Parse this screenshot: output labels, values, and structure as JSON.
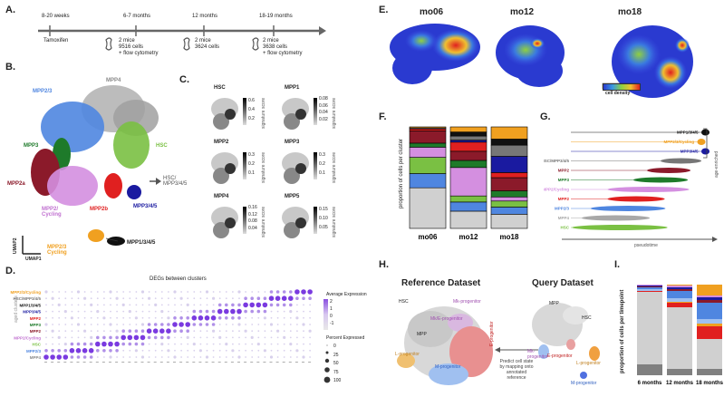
{
  "panels": {
    "A": {
      "label": "A.",
      "start": "8-20 weeks",
      "tamoxifen": "Tamoxifen",
      "timepoints": [
        {
          "time": "6-7 months",
          "mice": "2 mice",
          "cells": "9516 cells",
          "extra": "+ flow cytometry"
        },
        {
          "time": "12 months",
          "mice": "2 mice",
          "cells": "3624 cells",
          "extra": ""
        },
        {
          "time": "18-19 months",
          "mice": "2 mice",
          "cells": "3638 cells",
          "extra": "+ flow cytometry"
        }
      ]
    },
    "B": {
      "label": "B.",
      "clusters": [
        {
          "name": "MPP4",
          "color": "#a8a8a8"
        },
        {
          "name": "MPP2/3",
          "color": "#4f86e0"
        },
        {
          "name": "HSC",
          "color": "#7ac043"
        },
        {
          "name": "MPP3",
          "color": "#1e7a2a"
        },
        {
          "name": "MPP2a",
          "color": "#8b1a2a"
        },
        {
          "name": "MPP2b",
          "color": "#e02020"
        },
        {
          "name": "MPP2/ Cycling",
          "color": "#d48fe0"
        },
        {
          "name": "MPP3/4/5",
          "color": "#1a1aa0"
        },
        {
          "name": "MPP2/3 Cycling",
          "color": "#f0a020"
        },
        {
          "name": "MPP1/3/4/5",
          "color": "#111111"
        }
      ],
      "side_label": "HSC/ MPP3/4/5",
      "axis_x": "UMAP1",
      "axis_y": "UMAP2"
    },
    "C": {
      "label": "C.",
      "score_label": "signature score",
      "plots": [
        {
          "title": "HSC",
          "ticks": [
            "0.6",
            "0.4",
            "0.2"
          ]
        },
        {
          "title": "MPP1",
          "ticks": [
            "0.08",
            "0.06",
            "0.04",
            "0.02"
          ]
        },
        {
          "title": "MPP2",
          "ticks": [
            "0.3",
            "0.2",
            "0.1"
          ]
        },
        {
          "title": "MPP3",
          "ticks": [
            "0.3",
            "0.2",
            "0.1"
          ]
        },
        {
          "title": "MPP4",
          "ticks": [
            "0.16",
            "0.12",
            "0.08",
            "0.04"
          ]
        },
        {
          "title": "MPP5",
          "ticks": [
            "0.15",
            "0.10",
            "0.05"
          ]
        }
      ]
    },
    "D": {
      "label": "D.",
      "title": "DEGs between clusters",
      "side_label": "aged clusters",
      "rows": [
        {
          "name": "MPP2/3/Cycling",
          "color": "#f0a020"
        },
        {
          "name": "HSC/MPP3/4/5",
          "color": "#777777"
        },
        {
          "name": "MPP1/3/4/5",
          "color": "#111111"
        },
        {
          "name": "MPP3/4/5",
          "color": "#1a1aa0"
        },
        {
          "name": "MPP2",
          "color": "#e02020"
        },
        {
          "name": "MPP3",
          "color": "#1e7a2a"
        },
        {
          "name": "MPP2",
          "color": "#8b1a2a"
        },
        {
          "name": "MPP2/Cycling",
          "color": "#c070d0"
        },
        {
          "name": "HSC",
          "color": "#7ac043"
        },
        {
          "name": "MPP2/3",
          "color": "#4f86e0"
        },
        {
          "name": "MPP4",
          "color": "#888888"
        }
      ],
      "legend_expr_title": "Average Expression",
      "legend_expr_ticks": [
        "2",
        "1",
        "0",
        "-1"
      ],
      "legend_pct_title": "Percent Expressed",
      "legend_pct_ticks": [
        "0",
        "25",
        "50",
        "75",
        "100"
      ]
    },
    "E": {
      "label": "E.",
      "titles": [
        "mo06",
        "mo12",
        "mo18"
      ],
      "legend": "cell density"
    },
    "F": {
      "label": "F.",
      "ylabel": "proportion of cells per cluster"
    },
    "G": {
      "label": "G.",
      "xlabel": "pseudotime",
      "bracket_label": "age-enriched",
      "rows": [
        {
          "name": "MPP1/3/4/5",
          "color": "#111111"
        },
        {
          "name": "MPP2/3/Cycling",
          "color": "#f0a020"
        },
        {
          "name": "MPP3/4/5",
          "color": "#1a1aa0"
        },
        {
          "name": "HSC/MPP3/4/5",
          "color": "#777777"
        },
        {
          "name": "MPP2",
          "color": "#8b1a2a"
        },
        {
          "name": "MPP3",
          "color": "#1e7a2a"
        },
        {
          "name": "MPP2/Cycling",
          "color": "#d48fe0"
        },
        {
          "name": "MPP2",
          "color": "#e02020"
        },
        {
          "name": "MPP2/3",
          "color": "#4f86e0"
        },
        {
          "name": "MPP4",
          "color": "#a8a8a8"
        },
        {
          "name": "HSC",
          "color": "#7ac043"
        }
      ]
    },
    "H": {
      "label": "H.",
      "ref_title": "Reference Dataset",
      "query_title": "Query Dataset",
      "ref_labels": [
        "HSC",
        "Mk-progenitor",
        "Mk/E-progenitor",
        "E-progenitor",
        "MPP",
        "L-progenitor",
        "M-progenitor"
      ],
      "query_labels": [
        "MPP",
        "HSC",
        "E-progenitor",
        "L-progenitor",
        "M-progenitor",
        "Mk-progenitor"
      ],
      "arrow_text": [
        "Predict cell state",
        "by mapping onto",
        "annotated",
        "reference"
      ]
    },
    "I": {
      "label": "I.",
      "ylabel": "proportion of cells per timepoint",
      "categories": [
        "6 months",
        "12 months",
        "18 months"
      ]
    }
  },
  "chart_data": [
    {
      "type": "bar",
      "panel": "F",
      "stacked": true,
      "categories": [
        "mo06",
        "mo12",
        "mo18"
      ],
      "ylabel": "proportion of cells per cluster",
      "ylim": [
        0,
        1
      ],
      "series": [
        {
          "color": "#d0d0d0",
          "values": [
            0.4,
            0.17,
            0.14
          ]
        },
        {
          "color": "#4f86e0",
          "values": [
            0.14,
            0.09,
            0.07
          ]
        },
        {
          "color": "#7ac043",
          "values": [
            0.16,
            0.06,
            0.06
          ]
        },
        {
          "color": "#d48fe0",
          "values": [
            0.1,
            0.28,
            0.04
          ]
        },
        {
          "color": "#1e7a2a",
          "values": [
            0.04,
            0.07,
            0.06
          ]
        },
        {
          "color": "#8b1a2a",
          "values": [
            0.12,
            0.09,
            0.13
          ]
        },
        {
          "color": "#e02020",
          "values": [
            0.02,
            0.09,
            0.05
          ]
        },
        {
          "color": "#1a1aa0",
          "values": [
            0.0,
            0.02,
            0.16
          ]
        },
        {
          "color": "#777777",
          "values": [
            0.01,
            0.04,
            0.11
          ]
        },
        {
          "color": "#111111",
          "values": [
            0.0,
            0.04,
            0.06
          ]
        },
        {
          "color": "#f0a020",
          "values": [
            0.01,
            0.05,
            0.12
          ]
        }
      ]
    },
    {
      "type": "bar",
      "panel": "I",
      "stacked": true,
      "categories": [
        "6 months",
        "12 months",
        "18 months"
      ],
      "ylabel": "proportion of cells per timepoint",
      "ylim": [
        0,
        1
      ],
      "series": [
        {
          "color": "#808080",
          "values": [
            0.12,
            0.07,
            0.07
          ]
        },
        {
          "color": "#d0d0d0",
          "values": [
            0.8,
            0.68,
            0.33
          ]
        },
        {
          "color": "#e02020",
          "values": [
            0.01,
            0.05,
            0.14
          ]
        },
        {
          "color": "#f0a020",
          "values": [
            0.0,
            0.01,
            0.03
          ]
        },
        {
          "color": "#a0c0f0",
          "values": [
            0.02,
            0.04,
            0.05
          ]
        },
        {
          "color": "#4f86e0",
          "values": [
            0.02,
            0.08,
            0.18
          ]
        },
        {
          "color": "#8b1a2a",
          "values": [
            0.01,
            0.02,
            0.03
          ]
        },
        {
          "color": "#1a1aa0",
          "values": [
            0.01,
            0.02,
            0.03
          ]
        },
        {
          "color": "#d48fe0",
          "values": [
            0.01,
            0.02,
            0.02
          ]
        },
        {
          "color": "#f0a020",
          "values": [
            0.0,
            0.01,
            0.12
          ]
        }
      ]
    }
  ]
}
